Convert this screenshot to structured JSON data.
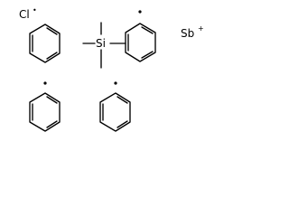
{
  "labels": {
    "chloride_symbol": "Cl",
    "chloride_mark": "•",
    "antimony_symbol": "Sb",
    "antimony_charge": "+",
    "silicon_symbol": "Si"
  },
  "colors": {
    "ink": "#000000",
    "background": "#ffffff"
  }
}
